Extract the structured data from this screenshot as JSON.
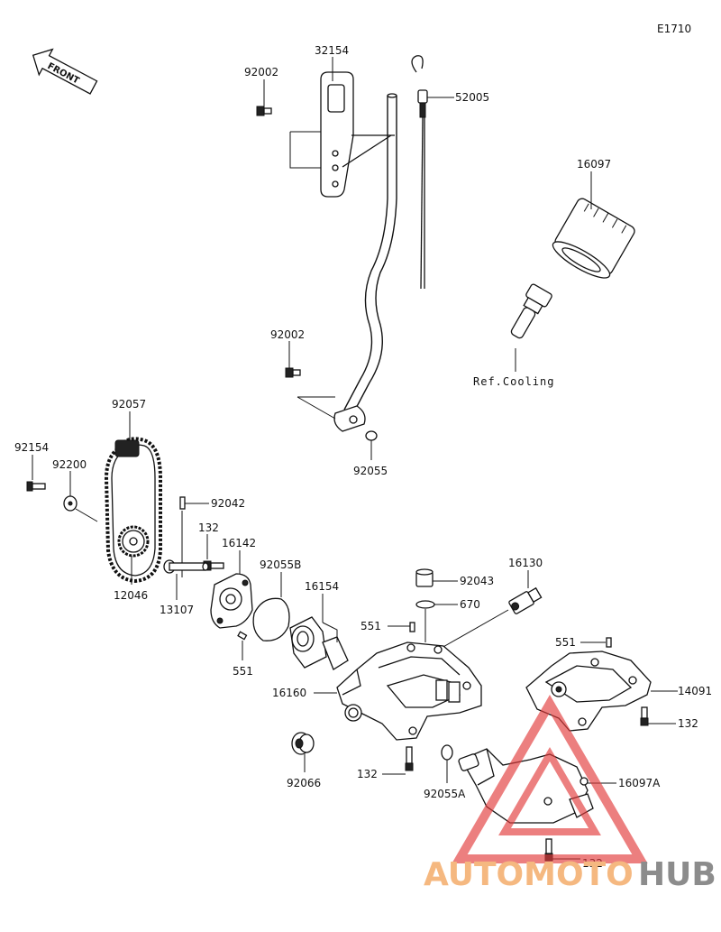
{
  "diagram_code": "E1710",
  "front_label": "FRONT",
  "labels": {
    "p32154": "32154",
    "p92002_top": "92002",
    "p52005": "52005",
    "p16097": "16097",
    "ref_cooling": "Ref.Cooling",
    "p92002_mid": "92002",
    "p92055": "92055",
    "p92057": "92057",
    "p92154": "92154",
    "p92200": "92200",
    "p92042": "92042",
    "p132_pump": "132",
    "p16142": "16142",
    "p92055B": "92055B",
    "p16154": "16154",
    "p12046": "12046",
    "p13107": "13107",
    "p551_pump": "551",
    "p92043": "92043",
    "p16130": "16130",
    "p670": "670",
    "p551_pan": "551",
    "p16160": "16160",
    "p551_right": "551",
    "p14091": "14091",
    "p132_right": "132",
    "p92066": "92066",
    "p132_lower": "132",
    "p92055A": "92055A",
    "p16097A": "16097A",
    "p132_bottom": "132"
  },
  "watermark": {
    "brand_a": "AUTOMOTO",
    "brand_b": "HUB",
    "color_triangle": "#e23b3b",
    "color_auto": "#f5b880",
    "color_hub": "#8c8c8c"
  }
}
